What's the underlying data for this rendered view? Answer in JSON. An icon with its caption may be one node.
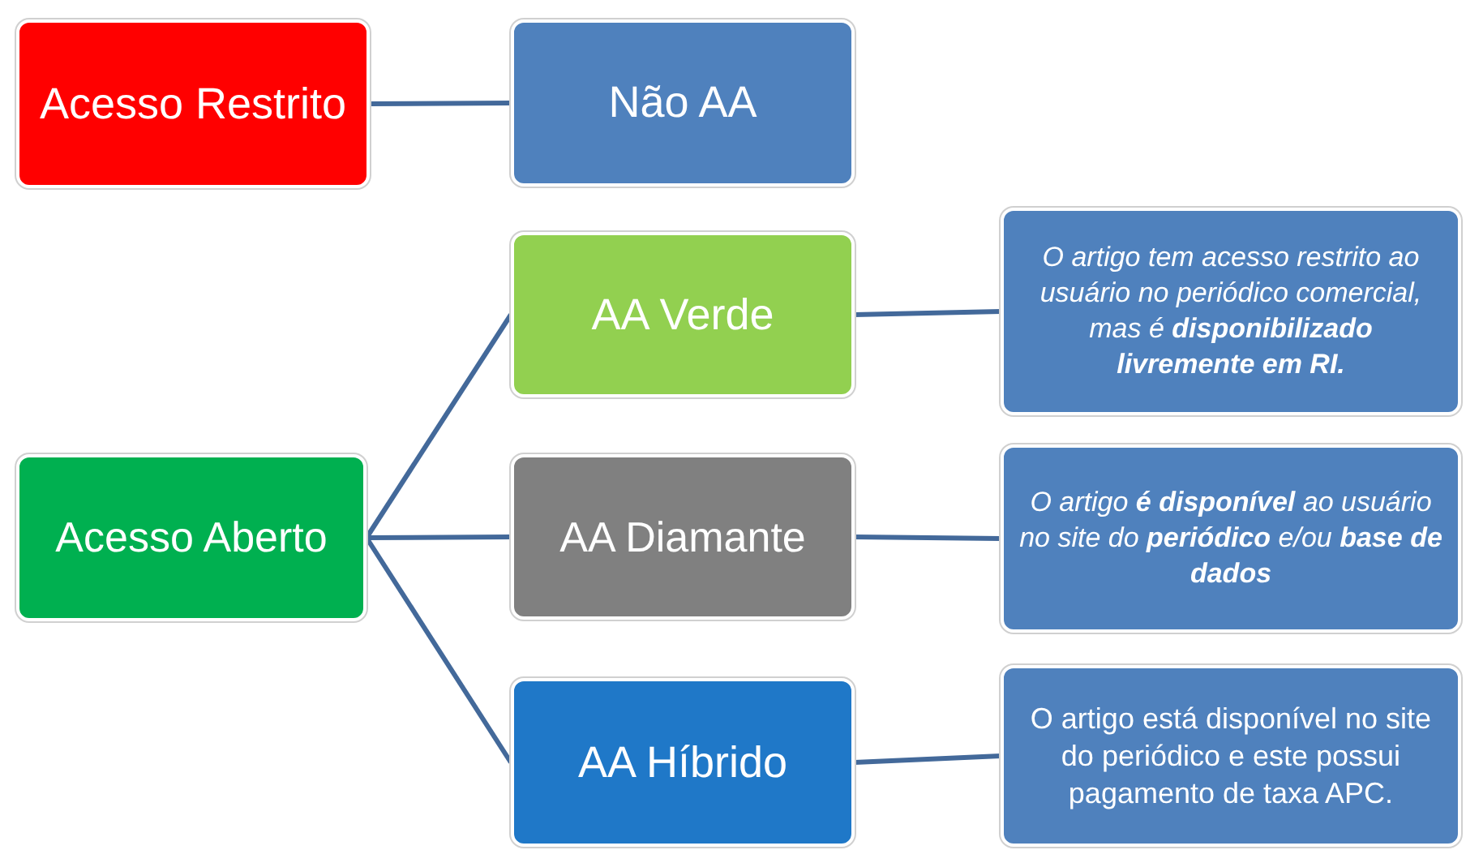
{
  "diagram": {
    "nodes": [
      {
        "text": [
          "Acesso Restrito"
        ]
      },
      {
        "text": [
          "Não AA"
        ]
      },
      {
        "text": [
          "AA Verde"
        ]
      },
      {
        "text": [
          "Acesso Aberto"
        ]
      },
      {
        "text": [
          "AA Diamante"
        ]
      },
      {
        "text": [
          "AA Híbrido"
        ]
      },
      {
        "text": [
          "O artigo tem acesso restrito ao usuário no periódico comercial, mas é **disponibilizado livremente em RI.**"
        ]
      },
      {
        "text": [
          "O artigo **é disponível** ao usuário no site do **periódico** e/ou **base de dados**"
        ]
      },
      {
        "text": [
          "O artigo está disponível no site do periódico e este possui pagamento de taxa APC."
        ]
      }
    ],
    "edges": [
      {
        "from": 0,
        "to": 1,
        "arrow": "none"
      },
      {
        "from": 3,
        "to": 2,
        "arrow": "none"
      },
      {
        "from": 3,
        "to": 4,
        "arrow": "none"
      },
      {
        "from": 3,
        "to": 5,
        "arrow": "none"
      },
      {
        "from": 2,
        "to": 6,
        "arrow": "none"
      },
      {
        "from": 4,
        "to": 7,
        "arrow": "none"
      },
      {
        "from": 5,
        "to": 8,
        "arrow": "none"
      }
    ]
  }
}
